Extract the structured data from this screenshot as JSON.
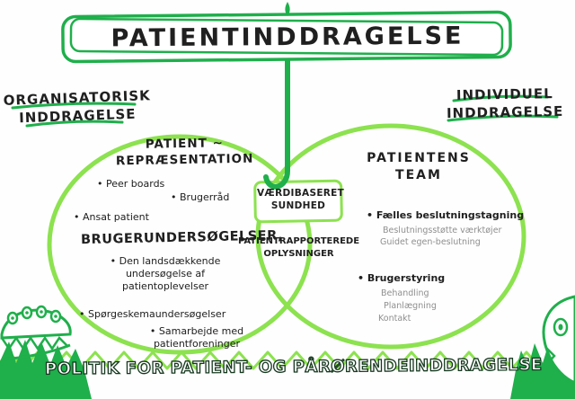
{
  "title": "PATIENTINDDRAGELSE",
  "left_label": {
    "line1": "ORGANISATORISK",
    "line2": "INDDRAGELSE"
  },
  "right_label": {
    "line1": "INDIVIDUEL",
    "line2": "INDDRAGELSE"
  },
  "left_circle": {
    "heading1": "PATIENT ~",
    "heading2": "REPRÆSENTATION",
    "items": [
      "Peer boards",
      "Brugerråd",
      "Ansat patient"
    ],
    "subheading": "BRUGERUNDERSØGELSER,",
    "survey_items": [
      "Den landsdækkende undersøgelse af patientoplevelser",
      "Spørgeskemaundersøgelser",
      "Samarbejde med patientforeninger"
    ]
  },
  "center": {
    "box_line1": "VÆRDIBASERET",
    "box_line2": "SUNDHED",
    "prom_line1": "PATIENTRAPPORTEREDE",
    "prom_line2": "OPLYSNINGER"
  },
  "right_circle": {
    "heading1": "PATIENTENS",
    "heading2": "TEAM",
    "item1": "Fælles beslutningstagning",
    "item1_subs": [
      "Beslutningsstøtte værktøjer",
      "Guidet egen-beslutning"
    ],
    "item2": "Brugerstyring",
    "item2_subs": [
      "Behandling",
      "Planlægning",
      "Kontakt"
    ]
  },
  "footer": "POLITIK FOR PATIENT- OG PÅRØRENDEINDDRAGELSE",
  "colors": {
    "dark_green": "#1faf4b",
    "light_green": "#8ce24f",
    "text": "#202020",
    "muted_gray": "#8f8f8f"
  }
}
